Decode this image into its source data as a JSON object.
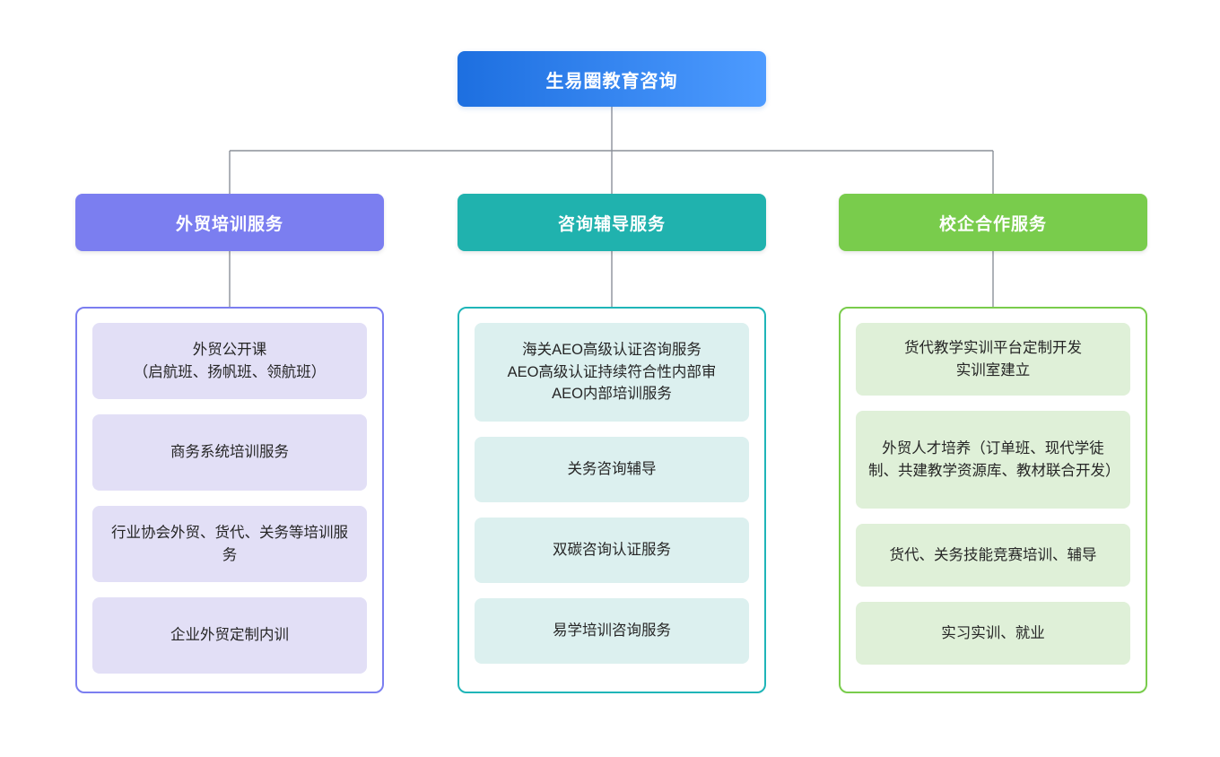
{
  "diagram": {
    "type": "organization-chart",
    "root": {
      "label": "生易圈教育咨询",
      "color_start": "#1d6fe0",
      "color_end": "#4d9bff"
    },
    "branches": [
      {
        "label": "外贸培训服务",
        "color": "#7b7ef0",
        "card_color": "#e2dff6",
        "items": [
          {
            "label": "外贸公开课\n（启航班、扬帆班、领航班）"
          },
          {
            "label": "商务系统培训服务"
          },
          {
            "label": "行业协会外贸、货代、关务等培训服务"
          },
          {
            "label": "企业外贸定制内训"
          }
        ]
      },
      {
        "label": "咨询辅导服务",
        "color": "#20b2ae",
        "card_color": "#dcf0ef",
        "items": [
          {
            "label": "海关AEO高级认证咨询服务\nAEO高级认证持续符合性内部审\nAEO内部培训服务"
          },
          {
            "label": "关务咨询辅导"
          },
          {
            "label": "双碳咨询认证服务"
          },
          {
            "label": "易学培训咨询服务"
          }
        ]
      },
      {
        "label": "校企合作服务",
        "color": "#79cc4c",
        "card_color": "#dff0d8",
        "items": [
          {
            "label": "货代教学实训平台定制开发\n实训室建立"
          },
          {
            "label": "外贸人才培养（订单班、现代学徒制、共建教学资源库、教材联合开发）"
          },
          {
            "label": "货代、关务技能竞赛培训、辅导"
          },
          {
            "label": "实习实训、就业"
          }
        ]
      }
    ],
    "connector_color": "#8c9099"
  }
}
